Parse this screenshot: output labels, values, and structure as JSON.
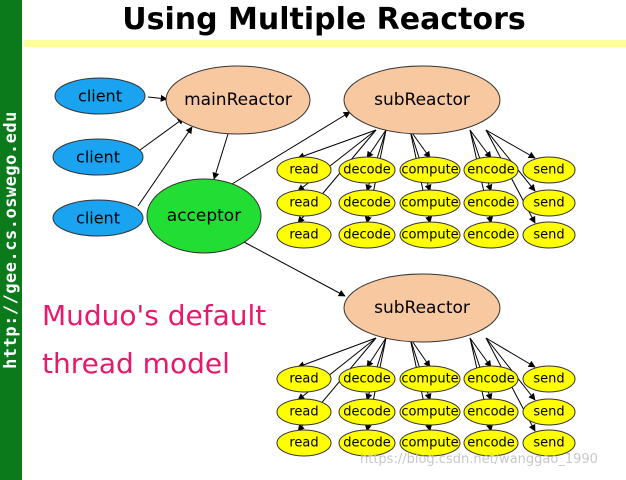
{
  "slide": {
    "sidebar_url": "http://gee.cs.oswego.edu",
    "title": "Using Multiple Reactors",
    "caption_line1": "Muduo's default",
    "caption_line2": "thread model",
    "watermark": "https://blog.csdn.net/wanggao_1990"
  },
  "diagram": {
    "clients": [
      "client",
      "client",
      "client"
    ],
    "main_reactor": "mainReactor",
    "acceptor": "acceptor",
    "sub_reactor": "subReactor",
    "pipeline_stages": [
      "read",
      "decode",
      "compute",
      "encode",
      "send"
    ]
  },
  "colors": {
    "sidebar": "#0a7a1a",
    "title_rule": "#ffff99",
    "client": "#1aa3f0",
    "reactor": "#f8c9a0",
    "acceptor": "#22dd33",
    "stage": "#ffff00",
    "caption": "#e8186d"
  }
}
